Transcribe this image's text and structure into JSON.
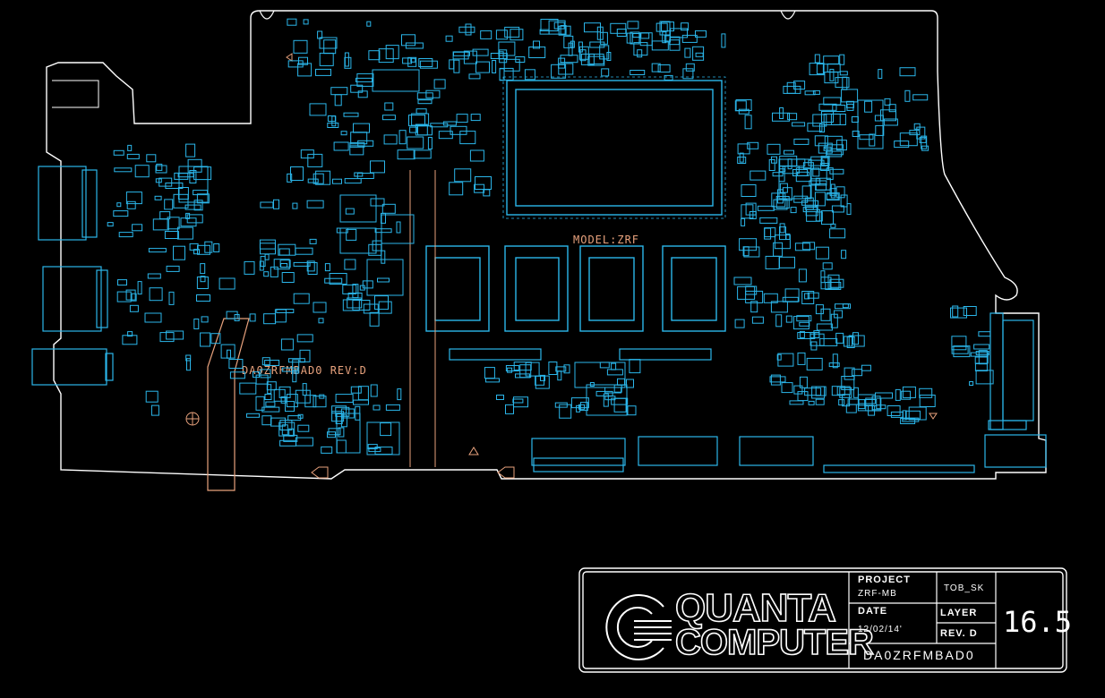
{
  "board": {
    "model_label": "MODEL:ZRF",
    "pcb_label": "DA0ZRFMBAD0 REV:D",
    "colors": {
      "outline": "#ffffff",
      "components": "#2bb6ea",
      "silkscreen": "#e8a27d",
      "background": "#000000"
    }
  },
  "title_block": {
    "company_line1": "QUANTA",
    "company_line2": "COMPUTER",
    "project_label": "PROJECT",
    "project_value": "ZRF-MB",
    "date_label": "DATE",
    "date_value": "12/02/14'",
    "side_value": "TOB_SK",
    "layer_label": "LAYER",
    "rev_label": "REV. D",
    "part_number": "DA0ZRFMBAD0",
    "page_number": "16.5",
    "logo_icon": "quanta-logo-icon"
  }
}
